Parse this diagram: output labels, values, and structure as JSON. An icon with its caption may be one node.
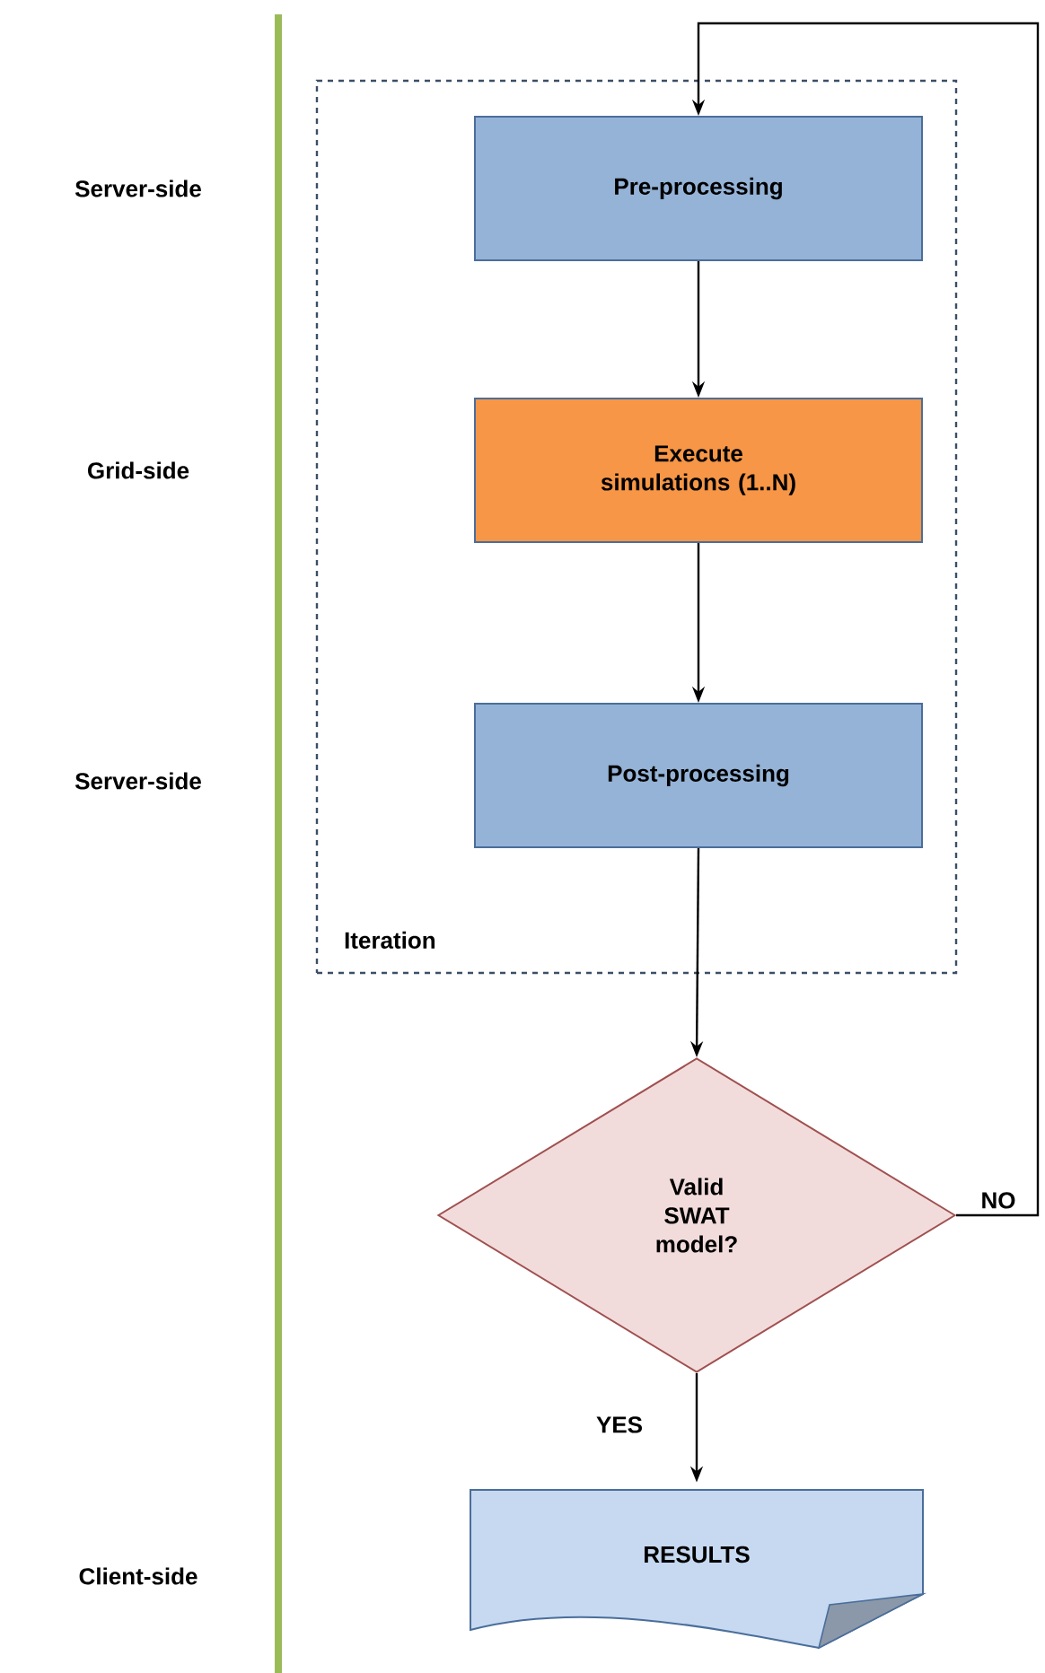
{
  "diagram": {
    "nodes": [
      {
        "text": [
          "Iteration"
        ]
      },
      {
        "text": [
          "Pre-processing"
        ],
        "in": 0
      },
      {
        "text": [
          "Execute simulations (1..N)"
        ],
        "in": 0
      },
      {
        "text": [
          "Post-processing"
        ],
        "in": 0
      },
      {
        "text": [
          "Valid SWAT model?"
        ]
      },
      {
        "text": [
          "RESULTS"
        ]
      }
    ],
    "edges": [
      {
        "from": 1,
        "to": 2,
        "arrow": "to"
      },
      {
        "from": 2,
        "to": 3,
        "arrow": "to"
      },
      {
        "from": 3,
        "to": 4,
        "arrow": "to"
      },
      {
        "from": 4,
        "to": 5,
        "arrow": "to",
        "label": "YES"
      },
      {
        "from": 4,
        "to": 1,
        "arrow": "to",
        "label": "NO"
      }
    ],
    "labels": [
      "Server-side",
      "Grid-side",
      "Server-side",
      "Client-side"
    ]
  }
}
